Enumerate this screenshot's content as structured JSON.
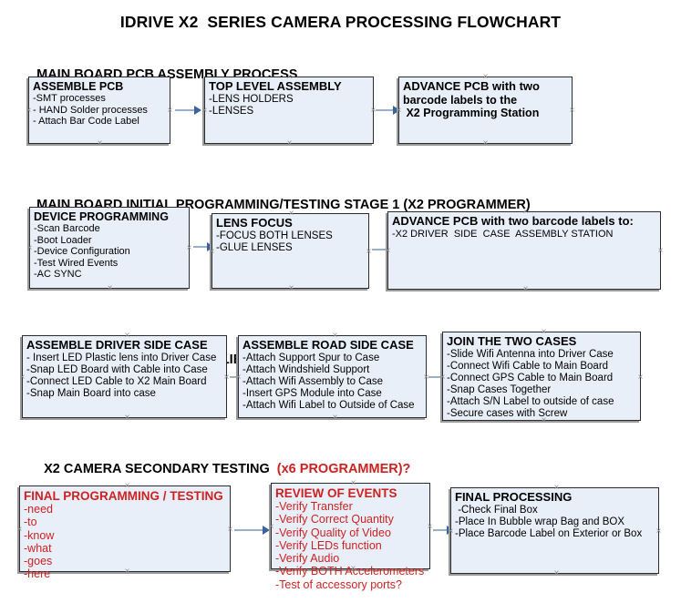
{
  "document": {
    "title": "IDRIVE X2  SERIES CAMERA PROCESSING FLOWCHART"
  },
  "colors": {
    "box_fill": "#e9eff8",
    "box_border": "#2b2b2b",
    "box_shadow": "#9a9a9a",
    "arrow_shaft": "#9ab0c6",
    "arrow_head": "#3a63a0",
    "accent_red": "#cc2222",
    "text": "#000000",
    "background": "#ffffff"
  },
  "sections": [
    {
      "id": "main-board-pcb-assembly",
      "heading": "MAIN BOARD PCB ASSEMBLY PROCESS",
      "heading_accent": "",
      "boxes": [
        {
          "id": "assemble-pcb",
          "title": "ASSEMBLE PCB",
          "lines": [
            "-SMT processes",
            "- HAND Solder processes",
            "- Attach Bar Code Label"
          ]
        },
        {
          "id": "top-level-assembly",
          "title": "TOP LEVEL ASSEMBLY",
          "lines": [
            "-LENS HOLDERS",
            "-LENSES"
          ]
        },
        {
          "id": "advance-pcb-to-x2-programming-station",
          "title": "ADVANCE PCB with two",
          "lines": [
            "barcode labels to the",
            " X2 Programming Station"
          ]
        }
      ]
    },
    {
      "id": "main-board-initial-programming",
      "heading": "MAIN BOARD INITIAL PROGRAMMING/TESTING STAGE 1 (X2 PROGRAMMER)",
      "heading_accent": "",
      "boxes": [
        {
          "id": "device-programming",
          "title": "DEVICE PROGRAMMING",
          "lines": [
            "-Scan Barcode",
            "-Boot Loader",
            "-Device Configuration",
            "-Test Wired Events",
            "-AC SYNC"
          ]
        },
        {
          "id": "lens-focus",
          "title": "LENS FOCUS",
          "lines": [
            "-FOCUS BOTH LENSES",
            "-GLUE LENSES"
          ]
        },
        {
          "id": "advance-pcb-to-driver-side-case-station",
          "title": "ADVANCE PCB with two barcode labels to:",
          "lines": [
            "-X2 DRIVER  SIDE  CASE  ASSEMBLY STATION"
          ]
        }
      ]
    },
    {
      "id": "x2-camera-case-assemblies",
      "heading": "X2 CAMERA CASE ASSEMBLIES",
      "heading_accent": "",
      "boxes": [
        {
          "id": "assemble-driver-side-case",
          "title": "ASSEMBLE DRIVER SIDE CASE",
          "lines": [
            "- Insert LED Plastic lens into Driver Case",
            "-Snap LED Board with Cable into Case",
            "-Connect LED Cable to X2 Main Board",
            "-Snap Main Board into case"
          ]
        },
        {
          "id": "assemble-road-side-case",
          "title": "ASSEMBLE ROAD SIDE CASE",
          "lines": [
            "-Attach Support Spur to Case",
            "-Attach Windshield Support",
            "-Attach Wifi Assembly to Case",
            "-Insert GPS Module into Case",
            "-Attach Wifi Label to Outside of Case"
          ]
        },
        {
          "id": "join-the-two-cases",
          "title": "JOIN THE TWO CASES",
          "lines": [
            "-Slide Wifi Antenna into Driver Case",
            "-Connect Wifi Cable to Main Board",
            "-Connect GPS Cable to Main Board",
            "-Snap Cases Together",
            "-Attach S/N Label to outside of case",
            "-Secure cases with Screw"
          ]
        }
      ]
    },
    {
      "id": "x2-camera-secondary-testing",
      "heading": "X2 CAMERA SECONDARY TESTING ",
      "heading_accent": " (x6 PROGRAMMER)?",
      "boxes": [
        {
          "id": "final-programming-testing",
          "title": "FINAL PROGRAMMING / TESTING",
          "lines": [
            "-need",
            "-to",
            "-know",
            "-what",
            "-goes",
            "-here"
          ]
        },
        {
          "id": "review-of-events",
          "title": "REVIEW OF EVENTS",
          "lines": [
            "-Verify Transfer",
            "-Verify Correct Quantity",
            "-Verify Quality of Video",
            "-Verify LEDs function",
            "-Verify Audio",
            "-Verify BOTH Accelerometers",
            "-Test of accessory ports?"
          ]
        },
        {
          "id": "final-processing",
          "title": "FINAL PROCESSING",
          "lines": [
            " -Check Final Box",
            "-Place In Bubble wrap Bag and BOX",
            "-Place Barcode Label on Exterior or Box"
          ]
        }
      ]
    }
  ]
}
